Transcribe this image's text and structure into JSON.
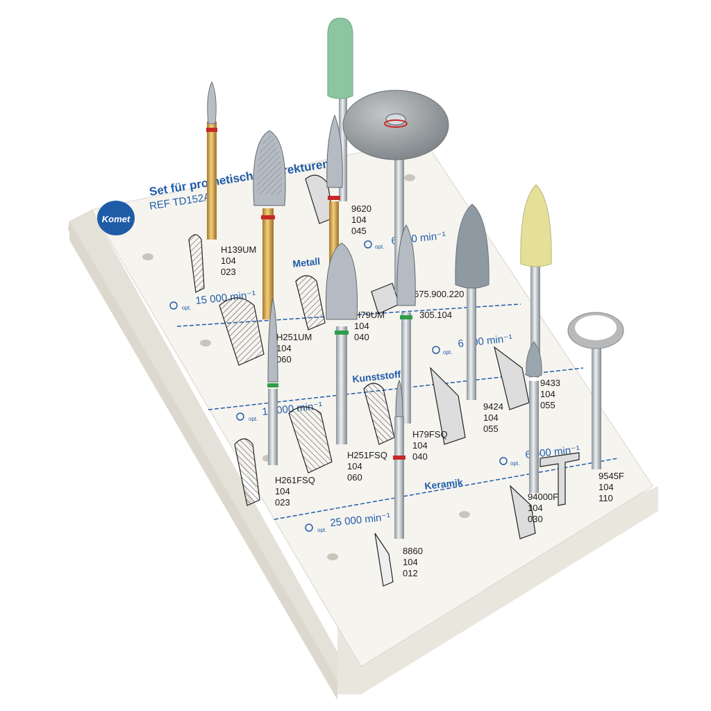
{
  "brand": {
    "logo_text": "Komet",
    "brand_color": "#1f5ca8"
  },
  "set": {
    "title": "Set für prothetische Korrekturen",
    "ref": "REF TD152A"
  },
  "speed_prefix": "opt.",
  "sections": [
    {
      "name": "Metall",
      "speed": "15 000 min⁻¹",
      "speed2": "6 000 min⁻¹"
    },
    {
      "name": "Kunststoff",
      "speed": "15 000 min⁻¹",
      "speed2": "6 000 min⁻¹"
    },
    {
      "name": "Keramik",
      "speed": "25 000 min⁻¹",
      "speed2": "6 000 min⁻¹"
    }
  ],
  "instruments": [
    {
      "code": "H139UM",
      "l2": "104",
      "l3": "023"
    },
    {
      "code": "H251UM",
      "l2": "104",
      "l3": "060"
    },
    {
      "code": "H79UM",
      "l2": "104",
      "l3": "040"
    },
    {
      "code": "9620",
      "l2": "104",
      "l3": "045"
    },
    {
      "code": "675.900.220",
      "l2": "305.104",
      "l3": ""
    },
    {
      "code": "H261FSQ",
      "l2": "104",
      "l3": "023"
    },
    {
      "code": "H251FSQ",
      "l2": "104",
      "l3": "060"
    },
    {
      "code": "H79FSQ",
      "l2": "104",
      "l3": "040"
    },
    {
      "code": "9424",
      "l2": "104",
      "l3": "055"
    },
    {
      "code": "9433",
      "l2": "104",
      "l3": "055"
    },
    {
      "code": "8860",
      "l2": "104",
      "l3": "012"
    },
    {
      "code": "94000F",
      "l2": "104",
      "l3": "030"
    },
    {
      "code": "9545F",
      "l2": "104",
      "l3": "110"
    }
  ],
  "colors": {
    "tray": "#f4f2ec",
    "tray_side": "#dedbd2",
    "gold": "#d9a441",
    "steel": "#c9ced3",
    "green_stone": "#8fc7a0",
    "grey_stone": "#8f9aa3",
    "yellow_stone": "#e4e09a",
    "ring_red": "#c62828",
    "ring_green": "#2e9e4a"
  }
}
